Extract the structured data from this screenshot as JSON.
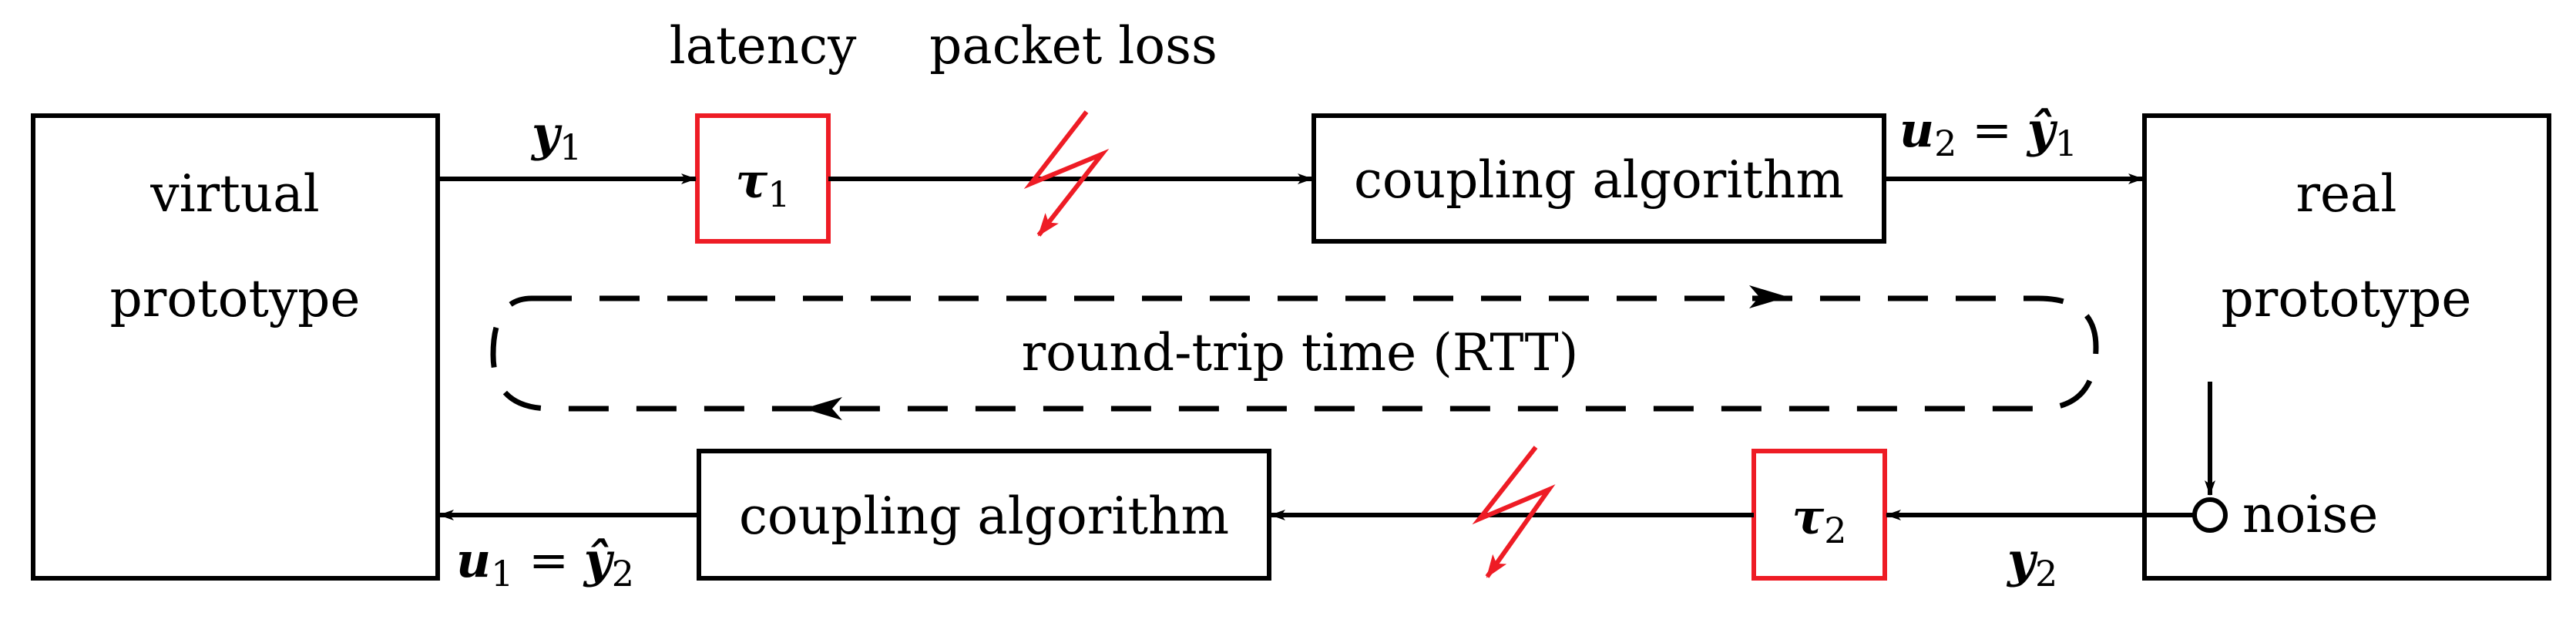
{
  "blocks": {
    "virtual_prototype": [
      "virtual",
      "prototype"
    ],
    "real_prototype": [
      "real",
      "prototype"
    ],
    "coupling_top": "coupling algorithm",
    "coupling_bottom": "coupling algorithm"
  },
  "delays": {
    "tau1": {
      "symbol": "τ",
      "sub": "1"
    },
    "tau2": {
      "symbol": "τ",
      "sub": "2"
    }
  },
  "annotations": {
    "latency": "latency",
    "packet_loss": "packet loss",
    "rtt": "round-trip time (RTT)",
    "noise": "noise"
  },
  "signals": {
    "y1": {
      "symbol": "y",
      "sub": "1"
    },
    "y2": {
      "symbol": "y",
      "sub": "2"
    },
    "u2": {
      "lhs": "u",
      "lhs_sub": "2",
      "eq": " = ",
      "rhs": "ŷ",
      "rhs_sub": "1"
    },
    "u1": {
      "lhs": "u",
      "lhs_sub": "1",
      "eq": " = ",
      "rhs": "ŷ",
      "rhs_sub": "2"
    }
  },
  "colors": {
    "line": "#000000",
    "delay_box": "#ee1c25",
    "lightning": "#ee1c25"
  }
}
